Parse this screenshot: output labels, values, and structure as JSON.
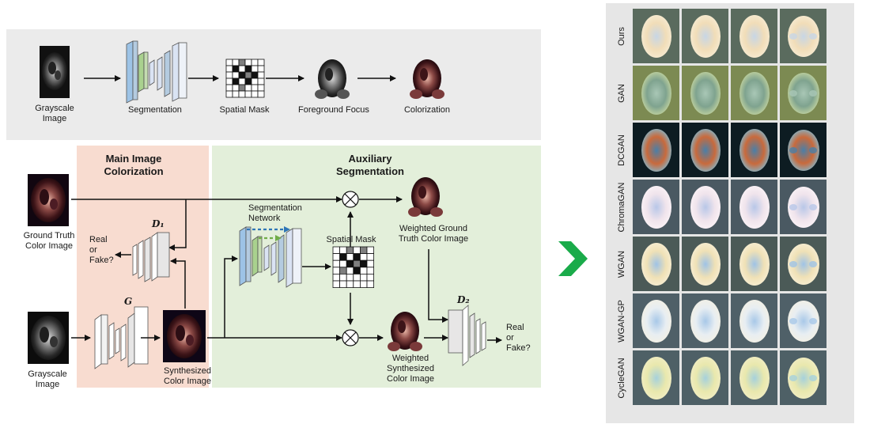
{
  "top_pipeline": {
    "grayscale": "Grayscale\nImage",
    "segmentation": "Segmentation",
    "spatial_mask": "Spatial Mask",
    "foreground_focus": "Foreground  Focus",
    "colorization": "Colorization"
  },
  "main_section": {
    "title_line1": "Main Image",
    "title_line2": "Colorization",
    "d1": "D₁",
    "g": "G",
    "real_or_fake": "Real\nor\nFake?",
    "ground_truth": "Ground  Truth\nColor Image",
    "grayscale": "Grayscale\nImage",
    "synthesized": "Synthesized\nColor Image"
  },
  "aux_section": {
    "title_line1": "Auxiliary",
    "title_line2": "Segmentation",
    "segmentation_network": "Segmentation\nNetwork",
    "spatial_mask": "Spatial Mask",
    "weighted_gt": "Weighted Ground\nTruth Color Image",
    "weighted_synth": "Weighted\nSynthesized\nColor Image",
    "d2": "D₂",
    "real_or_fake": "Real\nor\nFake?"
  },
  "comparison": {
    "rows": [
      "Ours",
      "GAN",
      "DCGAN",
      "ChromaGAN",
      "WGAN",
      "WGAN-GP",
      "CycleGAN"
    ]
  },
  "colors": {
    "top_panel_bg": "#ebebeb",
    "main_panel_bg": "#f8dcd0",
    "aux_panel_bg": "#e3efda",
    "right_panel_bg": "#e6e6e6",
    "arrow_green": "#1aab4a"
  }
}
